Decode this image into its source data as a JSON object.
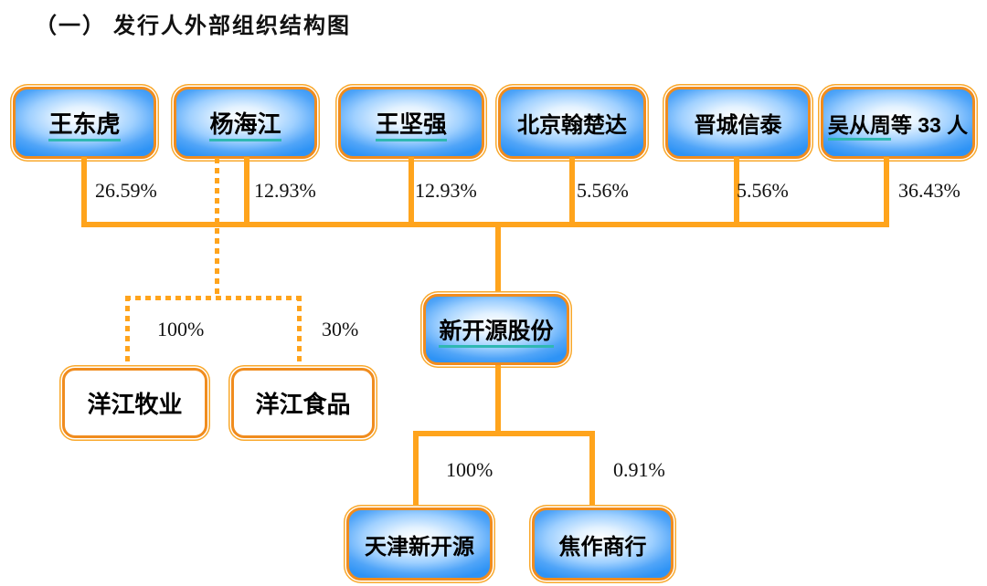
{
  "title": "（一） 发行人外部组织结构图",
  "colors": {
    "line_orange": "#FFA41C",
    "box_border_orange": "#F08C1E",
    "box_fill_blue_edge": "#2E93F5",
    "underline_teal": "#2FB8B2"
  },
  "company": {
    "name_underlined": "新开源股份",
    "name_rest": ""
  },
  "shareholders": [
    {
      "name_underlined": "王东虎",
      "name_rest": "",
      "stake": "26.59%"
    },
    {
      "name_underlined": "杨海江",
      "name_rest": "",
      "stake": "12.93%"
    },
    {
      "name_underlined": "王坚强",
      "name_rest": "",
      "stake": "12.93%"
    },
    {
      "name_underlined": "",
      "name_rest": "北京翰楚达",
      "stake": "5.56%"
    },
    {
      "name_underlined": "",
      "name_rest": "晋城信泰",
      "stake": "5.56%"
    },
    {
      "name_underlined": "吴从周",
      "name_rest": "等 33 人",
      "stake": "36.43%"
    }
  ],
  "affiliates": [
    {
      "name": "洋江牧业",
      "stake": "100%"
    },
    {
      "name": "洋江食品",
      "stake": "30%"
    }
  ],
  "subsidiaries": [
    {
      "name": "天津新开源",
      "stake": "100%"
    },
    {
      "name": "焦作商行",
      "stake": "0.91%"
    }
  ]
}
